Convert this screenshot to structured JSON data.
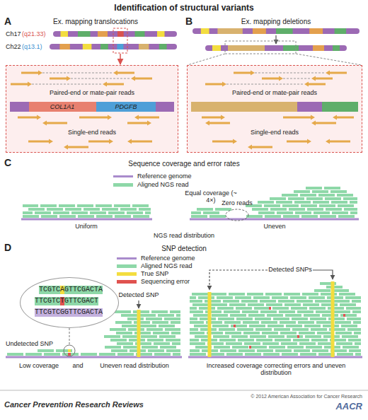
{
  "diagram": {
    "title": "Identification of structural variants",
    "caption": "Cancer Prevention Research Reviews",
    "nodes": [
      {
        "text": [
          "Paired-end or mate-pair reads",
          "Single-end reads"
        ]
      },
      {
        "text": [
          "COL1A1"
        ],
        "in": 0
      },
      {
        "text": [
          "PDGFB"
        ],
        "in": 0
      },
      {
        "text": [
          "Paired-end or mate-pair reads",
          "Single-end reads"
        ]
      },
      {
        "text": [
          "TCGTCAGTTCGACTA",
          "TTCGTCTGTTCGACT",
          "TTCGTCGGTTCGACTA"
        ]
      }
    ],
    "labels": [
      "A",
      "Ex. mapping translocations",
      "Ch17",
      "(q21.33)",
      "Ch22",
      "(q13.1)",
      "B",
      "Ex. mapping deletions",
      "C",
      "Sequence coverage and error rates",
      "Equal coverage (~ 4×)",
      "Zero reads",
      "Uniform",
      "Uneven",
      "NGS read distribution",
      "D",
      "SNP detection",
      "Detected SNP",
      "Undetected SNP",
      "Low coverage",
      "and",
      "Uneven read distribution",
      "Detected SNPs",
      "Increased coverage correcting errors and uneven distribution",
      "© 2012 American Association for Cancer Research",
      "AACR"
    ],
    "legend": [
      {
        "text": "Reference genome",
        "color": "#a98bcc"
      },
      {
        "text": "Aligned NGS read",
        "color": "#8ed8a8"
      },
      {
        "text": "Reference genome",
        "color": "#a98bcc"
      },
      {
        "text": "Aligned NGS read",
        "color": "#8ed8a8"
      },
      {
        "text": "True SNP",
        "color": "#f3dd3f"
      },
      {
        "text": "Sequencing error",
        "color": "#e0524f"
      }
    ]
  }
}
